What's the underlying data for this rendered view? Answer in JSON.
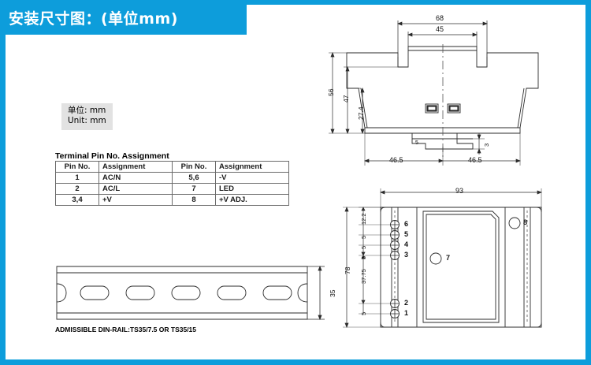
{
  "header": {
    "title": "安装尺寸图：(单位mm)",
    "accent_color": "#0d9ddb"
  },
  "unit_note": {
    "line_cn": "单位: mm",
    "line_en": "Unit: mm"
  },
  "pin_table": {
    "title": "Terminal Pin No. Assignment",
    "headers": [
      "Pin No.",
      "Assignment",
      "Pin No.",
      "Assignment"
    ],
    "rows": [
      [
        "1",
        "AC/N",
        "5,6",
        "-V"
      ],
      [
        "2",
        "AC/L",
        "7",
        "LED"
      ],
      [
        "3,4",
        "+V",
        "8",
        "+V ADJ."
      ]
    ]
  },
  "front_view": {
    "name": "front-elevation",
    "dimensions": {
      "overall_width": "68",
      "top_width": "45",
      "overall_height": "56",
      "body_height": "47",
      "lower_height": "27.4",
      "left_half": "46.5",
      "right_half": "46.5",
      "foot_step": "5",
      "foot_depth": "3"
    }
  },
  "bottom_view": {
    "name": "terminal-face-view",
    "dimensions": {
      "overall_width": "93",
      "overall_height": "78",
      "top_offset": "12.2",
      "pitch_1": "5",
      "pitch_2": "5",
      "pitch_3": "5",
      "mid_gap": "37.75",
      "bottom_pitch": "5"
    },
    "terminal_labels_top": [
      "6",
      "5",
      "4",
      "3"
    ],
    "terminal_labels_bottom": [
      "2",
      "1"
    ],
    "led_label": "7",
    "adj_label": "8"
  },
  "din_rail": {
    "name": "din-rail-profile",
    "height_dim": "35",
    "note": "ADMISSIBLE DIN-RAIL:TS35/7.5 OR TS35/15",
    "slot_count": 5
  }
}
